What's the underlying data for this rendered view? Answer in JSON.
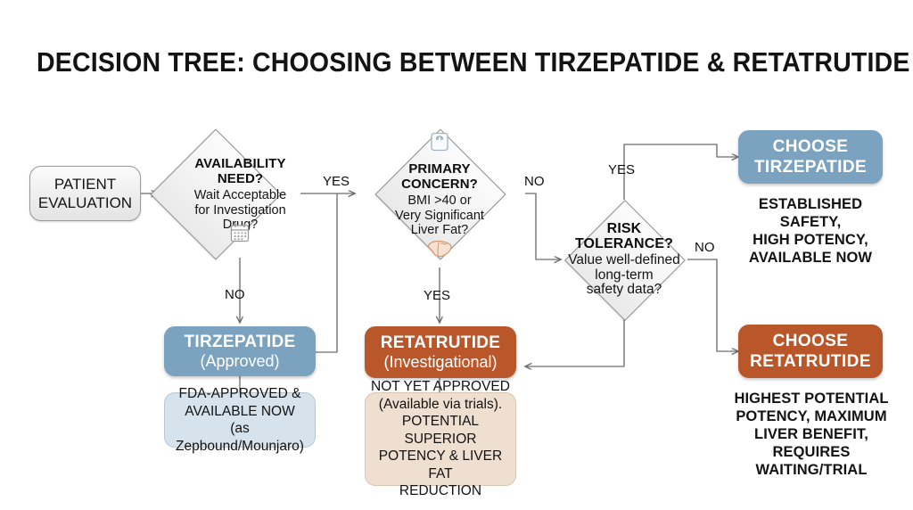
{
  "title": "DECISION TREE: CHOOSING BETWEEN TIRZEPATIDE & RETATRUTIDE",
  "colors": {
    "tirzepatide_blue": "#7ba3c0",
    "retatrutide_orange": "#b9572b",
    "info_blue": "#d6e3ec",
    "info_tan": "#efdfd0",
    "node_gray": "#f0f0f0",
    "line_gray": "#6e6e6e",
    "background": "#ffffff"
  },
  "start": {
    "name": "patient-evaluation",
    "line1": "PATIENT",
    "line2": "EVALUATION"
  },
  "decisions": [
    {
      "id": "availability-need",
      "head_line1": "AVAILABILITY",
      "head_line2": "NEED?",
      "sub_line1": "Wait Acceptable",
      "sub_line2": "for Investigation",
      "sub_line3": "Drug?",
      "icon": "calendar-icon",
      "icon_position": "bottom"
    },
    {
      "id": "primary-concern",
      "head_line1": "PRIMARY",
      "head_line2": "CONCERN?",
      "sub_line1": "BMI >40 or",
      "sub_line2": "Very Significant",
      "sub_line3": "Liver Fat?",
      "icon_top": "weight-scale-icon",
      "icon_bottom": "liver-icon"
    },
    {
      "id": "risk-tolerance",
      "head_line1": "RISK",
      "head_line2": "TOLERANCE?",
      "sub_line1": "Value well-defined",
      "sub_line2": "long-term",
      "sub_line3": "safety data?"
    }
  ],
  "edge_labels": {
    "avail_yes": "YES",
    "avail_no": "NO",
    "concern_no": "NO",
    "concern_yes": "YES",
    "risk_yes": "YES",
    "risk_no": "NO"
  },
  "outcome_boxes": [
    {
      "id": "tirzepatide-approved",
      "line1": "TIRZEPATIDE",
      "line2": "(Approved)",
      "fill": "#7ba3c0"
    },
    {
      "id": "retatrutide-investigational",
      "line1": "RETATRUTIDE",
      "line2": "(Investigational)",
      "fill": "#b9572b"
    },
    {
      "id": "choose-tirzepatide",
      "line1": "CHOOSE",
      "line2": "TIRZEPATIDE",
      "fill": "#7ba3c0"
    },
    {
      "id": "choose-retatrutide",
      "line1": "CHOOSE",
      "line2": "RETATRUTIDE",
      "fill": "#b9572b"
    }
  ],
  "info_boxes": [
    {
      "id": "tirzepatide-info",
      "fill": "#d6e3ec",
      "line1": "FDA-APPROVED &",
      "line2": "AVAILABLE NOW",
      "line3": "(as Zepbound/Mounjaro)"
    },
    {
      "id": "retatrutide-info",
      "fill": "#efdfd0",
      "line1": "NOT YET APPROVED",
      "line2": "(Available via trials).",
      "line3": "POTENTIAL SUPERIOR",
      "line4": "POTENCY & LIVER FAT",
      "line5": "REDUCTION"
    }
  ],
  "captions": [
    {
      "id": "choose-tirzepatide-caption",
      "line1": "ESTABLISHED SAFETY,",
      "line2": "HIGH POTENCY,",
      "line3": "AVAILABLE NOW"
    },
    {
      "id": "choose-retatrutide-caption",
      "line1": "HIGHEST POTENTIAL",
      "line2": "POTENCY, MAXIMUM",
      "line3": "LIVER BENEFIT,",
      "line4": "REQUIRES WAITING/TRIAL"
    }
  ]
}
